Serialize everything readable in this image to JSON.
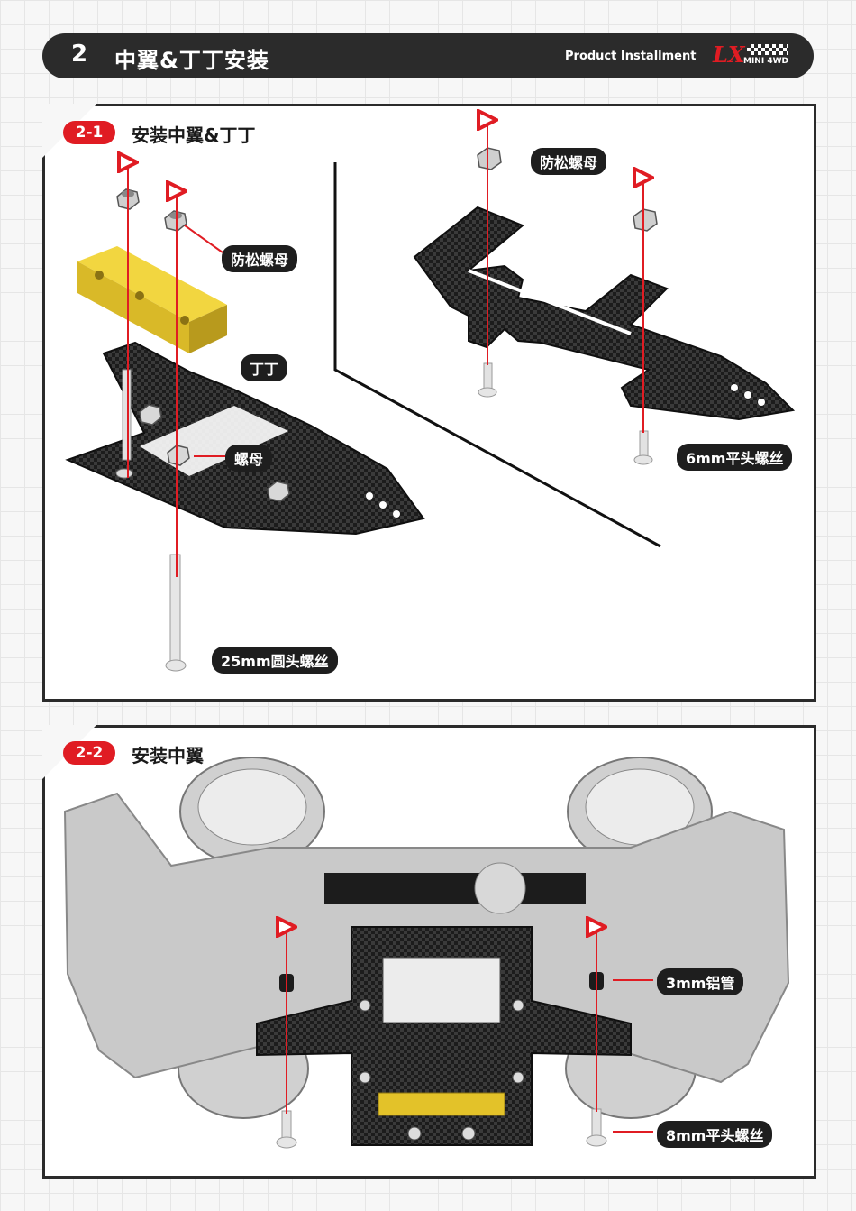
{
  "header": {
    "step_number": "2",
    "title": "中翼&丁丁安装",
    "subtitle": "Product Installment",
    "logo_text": "LX",
    "logo_sub": "MINI 4WD"
  },
  "section1": {
    "badge": "2-1",
    "title": "安装中翼&丁丁",
    "labels": {
      "lock_nut_left": "防松螺母",
      "dingding": "丁丁",
      "nut": "螺母",
      "round_screw": "25mm圆头螺丝",
      "lock_nut_right": "防松螺母",
      "flat_screw_6mm": "6mm平头螺丝"
    }
  },
  "section2": {
    "badge": "2-2",
    "title": "安装中翼",
    "labels": {
      "aluminum_tube": "3mm铝管",
      "flat_screw_8mm": "8mm平头螺丝"
    }
  },
  "colors": {
    "accent_red": "#e01c23",
    "dark": "#2b2b2b",
    "gold": "#e3c229",
    "chassis_grey": "#c9c9c9"
  }
}
